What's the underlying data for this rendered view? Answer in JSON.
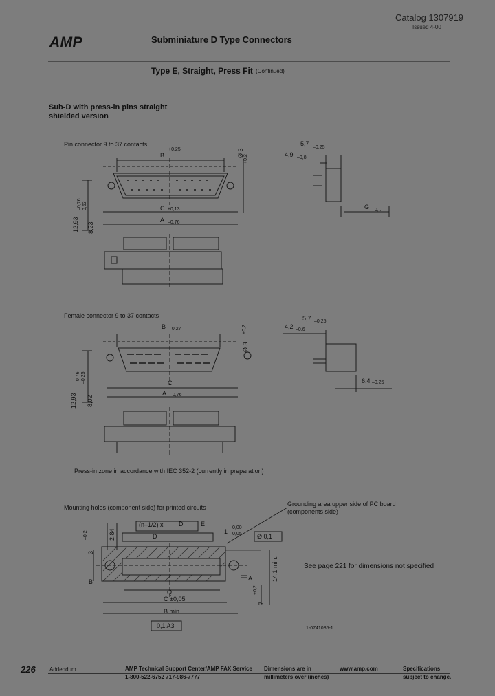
{
  "header": {
    "catalog": "Catalog 1307919",
    "issued": "Issued 4-00",
    "logo": "AMP",
    "title": "Subminiature D Type Connectors",
    "subtitle": "Type E, Straight, Press Fit",
    "subtitle_note": "(Continued)"
  },
  "intro": {
    "line1": "Sub-D with press-in pins straight",
    "line2": "shielded version"
  },
  "pin_connector": {
    "heading": "Pin connector 9 to 37 contacts",
    "dims": {
      "B": "B",
      "B_tol": "+0,25",
      "C": "C",
      "C_tol": "±0,13",
      "A": "A",
      "A_tol": "–0,76",
      "hole": "Ø 3",
      "hole_tol": "+0,2",
      "h1": "12,93",
      "h1_tol": "–0,76",
      "h2": "8,23",
      "h2_tol": "–0,63",
      "side_a": "5,7",
      "side_a_tol": "–0,25",
      "side_b": "4,9",
      "side_b_tol": "–0,8",
      "side_g": "G",
      "side_g_tol": "–0,..."
    }
  },
  "female_connector": {
    "heading": "Female connector 9 to 37 contacts",
    "dims": {
      "B": "B",
      "B_tol": "–0,27",
      "C": "C",
      "A": "A",
      "A_tol": "–0,76",
      "hole": "Ø 3",
      "hole_tol": "+0,2",
      "h1": "12,93",
      "h1_tol": "–0,76",
      "h2": "8,02",
      "h2_tol": "–0,25",
      "side_a": "5,7",
      "side_a_tol": "–0,25",
      "side_b": "4,2",
      "side_b_tol": "–0,6",
      "side_c": "6,4",
      "side_c_tol": "–0,25"
    }
  },
  "press_note": "Press-in zone in accordance with IEC 352-2 (currently in preparation)",
  "mounting": {
    "heading": "Mounting holes (component side) for printed circuits",
    "grounding": "Grounding area upper side of PC board",
    "grounding2": "(components side)",
    "formula": "(n–1/2) x",
    "D": "D",
    "E": "E",
    "dim_284": "2,84",
    "dim_3": "3",
    "dim_02": "–0,2",
    "dim_1": "1",
    "tol_000": "0,00",
    "tol_005": "0,05",
    "phi": "Ø 0,1",
    "Q": "Q",
    "C_tol": "C ±0,05",
    "B_min": "B min.",
    "A_ref": "A",
    "B_ref": "B",
    "h141": "14,1 min.",
    "h7": "7",
    "h7_tol": "+0,2",
    "tol_box": "0,1  A3",
    "drawing_no": "1-0741085-1",
    "see_page": "See page 221 for dimensions not specified"
  },
  "footer": {
    "page": "226",
    "addendum": "Addendum",
    "support": "AMP Technical Support Center/AMP FAX Service",
    "phones": "1-800-522-6752   717-986-7777",
    "dims_note1": "Dimensions are in",
    "dims_note2": "millimeters over (inches)",
    "web": "www.amp.com",
    "spec1": "Specifications",
    "spec2": "subject to change."
  }
}
